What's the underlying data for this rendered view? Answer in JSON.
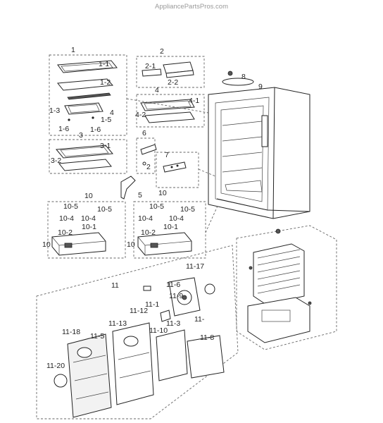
{
  "watermark": "AppliancePartsPros.com",
  "callouts": {
    "c1": "1",
    "c1_1": "1-1",
    "c1_2": "1-2",
    "c1_3": "1-3",
    "c1_4": "4",
    "c1_5": "1-5",
    "c1_6a": "1-6",
    "c1_6b": "1-6",
    "c2": "2",
    "c2_1": "2-1",
    "c2_2": "2-2",
    "c3": "3",
    "c3_1": "3-1",
    "c3_2": "3-2",
    "c4": "4",
    "c4_1": "4-1",
    "c4_2": "4-2",
    "c5": "5",
    "c6": "6",
    "c7": "7",
    "c8": "8",
    "c9": "9",
    "c10a": "10",
    "c10b": "10",
    "c10_5a": "10-5",
    "c10_5b": "10-5",
    "c10_4a": "10-4",
    "c10_1a": "10-1",
    "c10_2a": "10-2",
    "c10_side_a": "10",
    "c10_5c": "10-5",
    "c10_5d": "10-5",
    "c10_4b": "10-4",
    "c10_4c": "10-4",
    "c10_1b": "10-1",
    "c10_2b": "10-2",
    "c10_side_b": "10",
    "c11": "11",
    "c11_17": "11-17",
    "c11_6": "11-6",
    "c11_9": "11-9",
    "c11_dash": "11-",
    "c11_1": "11-1",
    "c11_12": "11-12",
    "c11_3": "11-3",
    "c11_10": "11-10",
    "c11_13": "11-13",
    "c11_18": "11-18",
    "c11_5": "11-5",
    "c11_8": "11-8",
    "c11_20": "11-20",
    "c2b": "2"
  }
}
